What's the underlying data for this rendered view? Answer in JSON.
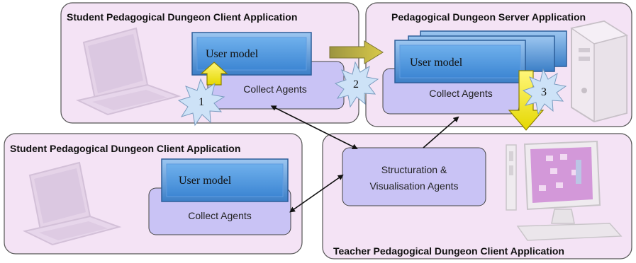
{
  "panels": {
    "client_top": {
      "title": "Student Pedagogical Dungeon Client Application"
    },
    "server": {
      "title": "Pedagogical Dungeon Server Application"
    },
    "client_bottom": {
      "title": "Student Pedagogical Dungeon Client Application"
    },
    "teacher": {
      "title": "Teacher Pedagogical Dungeon Client Application"
    }
  },
  "boxes": {
    "user_model_label": "User model",
    "collect_agents_label": "Collect Agents",
    "structuration_line1": "Structuration &",
    "structuration_line2": "Visualisation Agents"
  },
  "steps": [
    "1",
    "2",
    "3"
  ],
  "icons": [
    "laptop-icon",
    "laptop-icon",
    "server-tower-icon",
    "desktop-computer-icon"
  ],
  "colors": {
    "panel_fill": "#f4e3f5",
    "panel_stroke": "#555555",
    "agent_box": "#c9c3f5",
    "user_model_box": "#4f93d6",
    "arrow_yellow": "#f2e600",
    "arrow_olive": "#b0a640",
    "badge": "#cde2f7"
  }
}
